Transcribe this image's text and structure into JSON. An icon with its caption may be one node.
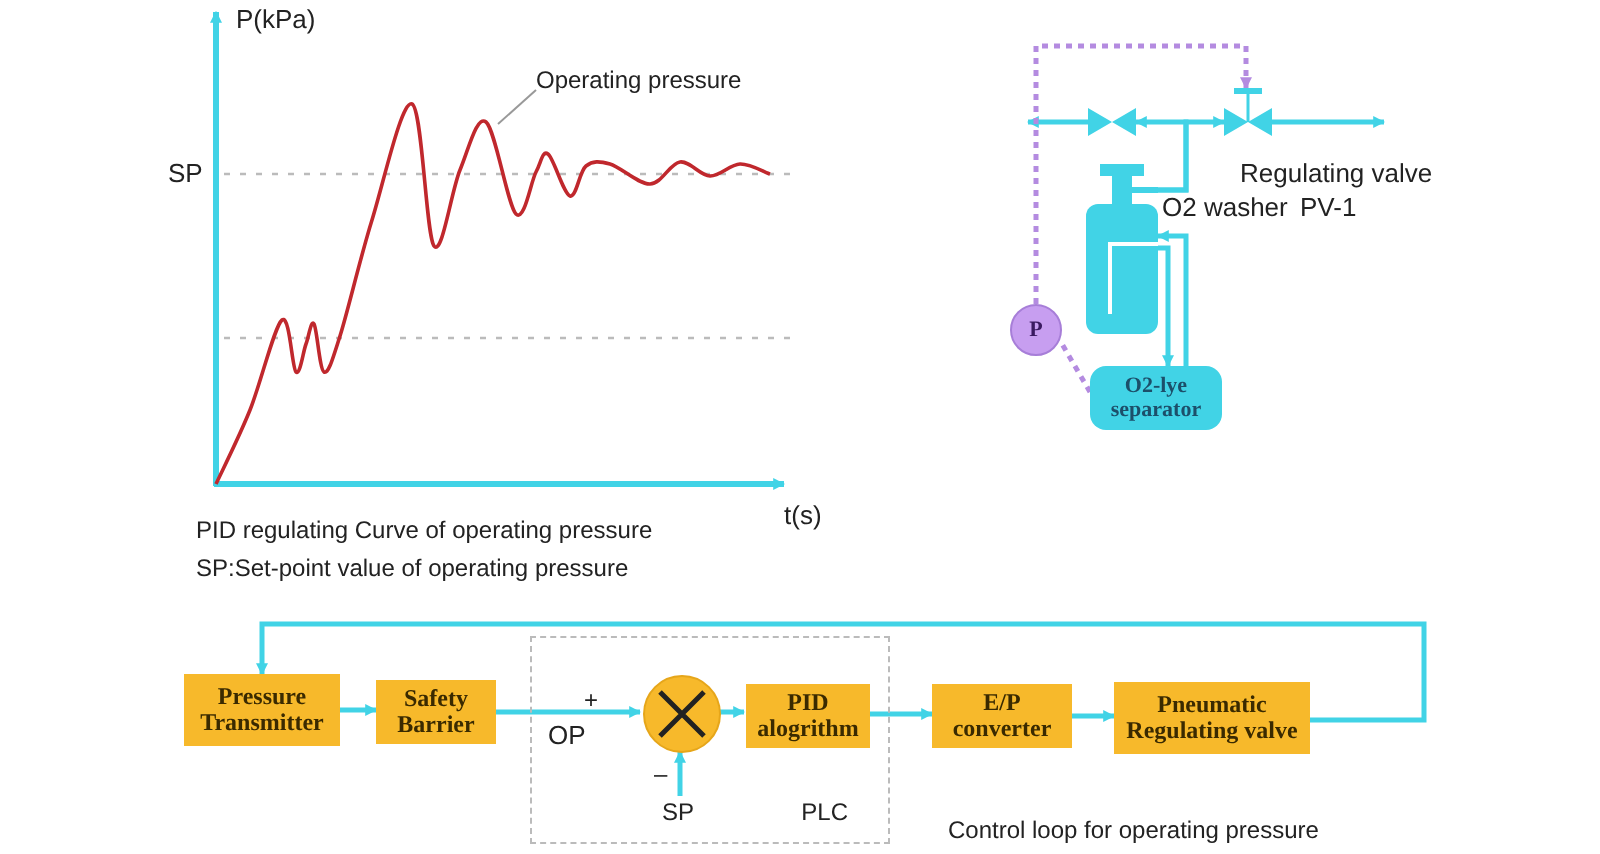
{
  "diagram": {
    "nodes": [
      {
        "text": [
          "Operating pressure"
        ]
      },
      {
        "text": [],
        "shape": "curve"
      },
      {
        "text": [],
        "shape": "valve"
      },
      {
        "text": [],
        "shape": "valve",
        "beside": [
          "Regulating valve",
          "PV-1"
        ]
      },
      {
        "text": [],
        "shape": "cylinder",
        "beside": [
          "O2 washer"
        ]
      },
      {
        "text": [
          "P"
        ]
      },
      {
        "text": [
          "O2-lye separator"
        ]
      },
      {
        "text": [
          "PLC"
        ]
      },
      {
        "text": [
          "Pressure Transmitter"
        ]
      },
      {
        "text": [
          "Safety Barrier"
        ]
      },
      {
        "text": [],
        "shape": "circle",
        "in": 7
      },
      {
        "text": [
          "PID alogrithm"
        ],
        "in": 7
      },
      {
        "text": [
          "SP"
        ],
        "in": 7
      },
      {
        "text": [
          "E/P converter"
        ]
      },
      {
        "text": [
          "Pneumatic Regulating valve"
        ]
      }
    ],
    "edges": [
      {
        "from": 0,
        "to": 1,
        "arrow": "none"
      },
      {
        "from": 4,
        "to": 2,
        "arrow": "to"
      },
      {
        "from": 4,
        "to": 3,
        "arrow": "to"
      },
      {
        "from": 2,
        "to": null,
        "arrow": "to"
      },
      {
        "from": 3,
        "to": null,
        "arrow": "to"
      },
      {
        "from": 5,
        "to": 3,
        "arrow": "to",
        "style": "dashed",
        "color": "#b48be0"
      },
      {
        "from": 6,
        "to": 5,
        "arrow": "none",
        "style": "dashed",
        "color": "#b48be0"
      },
      {
        "from": 4,
        "to": 6,
        "arrow": "to"
      },
      {
        "from": 6,
        "to": 4,
        "arrow": "to"
      },
      {
        "from": 8,
        "to": 9,
        "arrow": "to"
      },
      {
        "from": 9,
        "to": 10,
        "arrow": "to",
        "label": "OP"
      },
      {
        "from": 10,
        "to": 11,
        "arrow": "to"
      },
      {
        "from": 11,
        "to": 13,
        "arrow": "to"
      },
      {
        "from": 13,
        "to": 14,
        "arrow": "to"
      },
      {
        "from": 14,
        "to": 8,
        "arrow": "to"
      },
      {
        "from": 12,
        "to": 10,
        "arrow": "to"
      }
    ],
    "labels": [
      "P(kPa)",
      "SP",
      "t(s)",
      "PID regulating Curve of operating pressure",
      "SP:Set-point value of operating pressure",
      "+",
      "–",
      "Control loop for operating pressure"
    ]
  }
}
